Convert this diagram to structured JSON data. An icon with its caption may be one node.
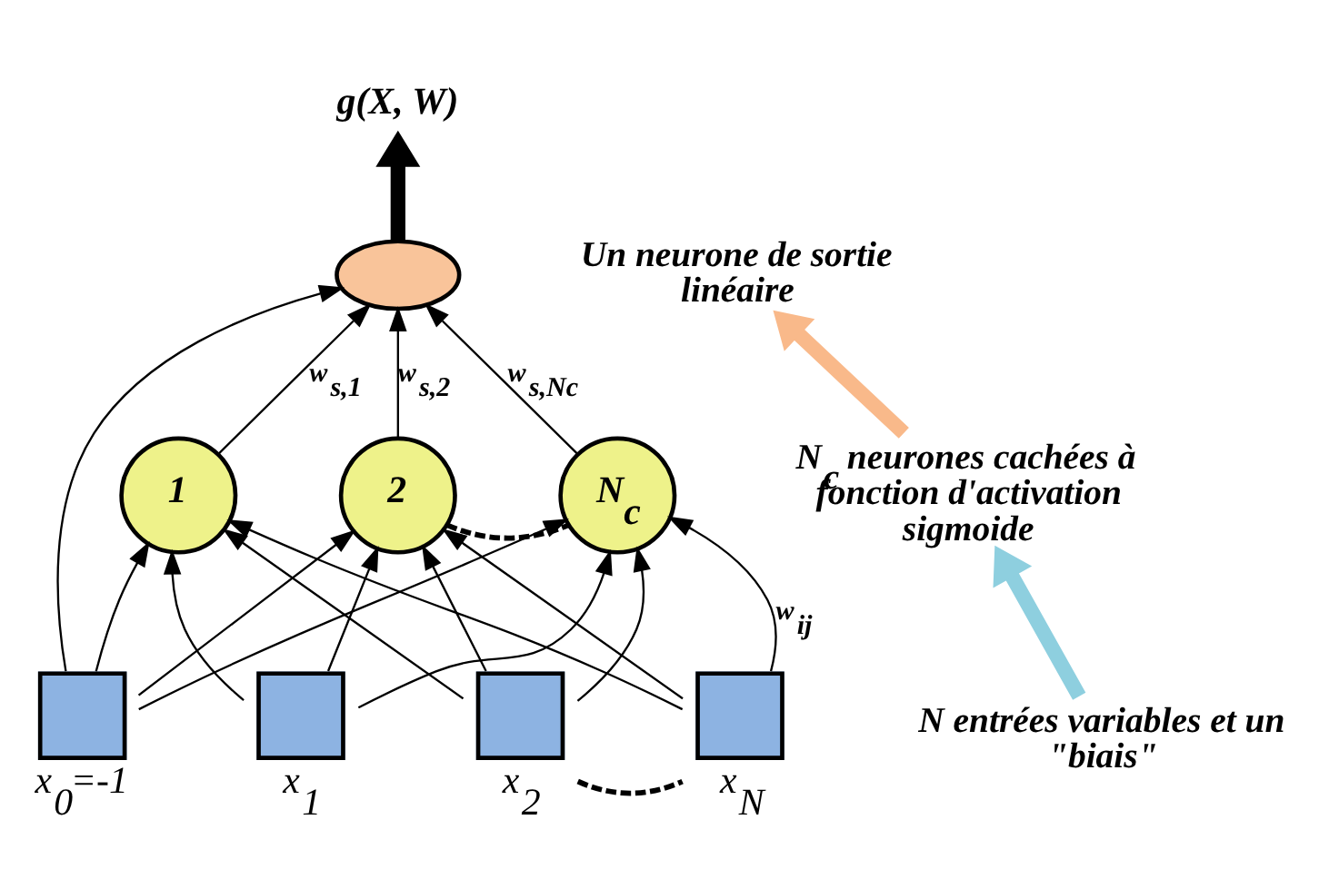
{
  "diagram": {
    "nodes": [
      {
        "text": [
          "g(X, W)"
        ]
      },
      {
        "text": [],
        "shape": "ellipse"
      },
      {
        "text": [
          "1"
        ]
      },
      {
        "text": [
          "2"
        ]
      },
      {
        "text": [
          "N$_{c}$"
        ]
      },
      {
        "text": [
          "x$_{0}$=-1"
        ]
      },
      {
        "text": [
          "x$_{1}$"
        ]
      },
      {
        "text": [
          "x$_{2}$"
        ]
      },
      {
        "text": [
          "x$_{N}$"
        ]
      },
      {
        "text": [
          "Un neurone de sortie linéaire"
        ]
      },
      {
        "text": [
          "N$_{c}$ neurones cachées à fonction d'activation sigmoide"
        ]
      },
      {
        "text": [
          "N entrées variables et un \"biais\""
        ]
      }
    ],
    "edges": [
      {
        "from": 1,
        "to": 0,
        "arrow": "to",
        "style": "thick"
      },
      {
        "from": 5,
        "to": 1,
        "arrow": "to"
      },
      {
        "from": 2,
        "to": 1,
        "arrow": "to",
        "label": "w$_{s,1}$"
      },
      {
        "from": 3,
        "to": 1,
        "arrow": "to",
        "label": "w$_{s,2}$"
      },
      {
        "from": 4,
        "to": 1,
        "arrow": "to",
        "label": "w$_{s,Nc}$"
      },
      {
        "from": 3,
        "to": 4,
        "arrow": "none",
        "style": "dashed"
      },
      {
        "from": 5,
        "to": 2,
        "arrow": "to"
      },
      {
        "from": 5,
        "to": 3,
        "arrow": "to"
      },
      {
        "from": 5,
        "to": 4,
        "arrow": "to"
      },
      {
        "from": 6,
        "to": 2,
        "arrow": "to"
      },
      {
        "from": 6,
        "to": 3,
        "arrow": "to"
      },
      {
        "from": 6,
        "to": 4,
        "arrow": "to"
      },
      {
        "from": 7,
        "to": 2,
        "arrow": "to"
      },
      {
        "from": 7,
        "to": 3,
        "arrow": "to"
      },
      {
        "from": 7,
        "to": 4,
        "arrow": "to"
      },
      {
        "from": 8,
        "to": 2,
        "arrow": "to"
      },
      {
        "from": 8,
        "to": 3,
        "arrow": "to"
      },
      {
        "from": 8,
        "to": 4,
        "arrow": "to",
        "label": "w$_{ij}$"
      },
      {
        "from": 7,
        "to": 8,
        "arrow": "none",
        "style": "dashed"
      },
      {
        "from": 11,
        "to": 10,
        "arrow": "to",
        "style": "thick",
        "color": "#8ecfdf"
      },
      {
        "from": 10,
        "to": 9,
        "arrow": "to",
        "style": "thick",
        "color": "#f9b98a"
      }
    ]
  }
}
